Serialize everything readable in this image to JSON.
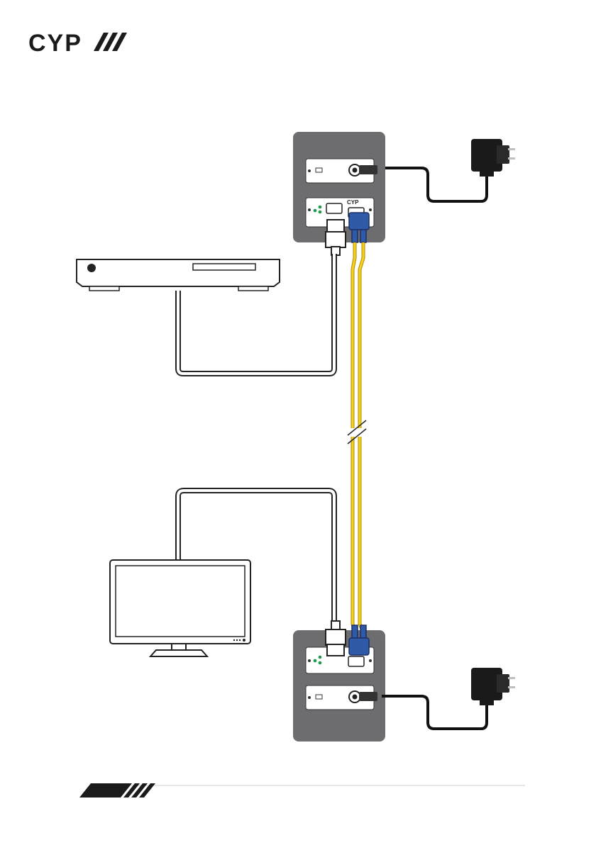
{
  "header": {
    "brand_logo": "CYP",
    "brand_logo_icon": "cyp-logo-with-slashes"
  },
  "diagram": {
    "devices": {
      "source_player_icon": "blu-ray-player-icon",
      "display_icon": "monitor-icon",
      "transmitter_icon": "fiber-transmitter-unit-icon",
      "receiver_icon": "fiber-receiver-unit-icon",
      "power_adapter_icon": "power-adapter-icon",
      "transmitter_panel_brand": "CYP"
    },
    "cables": {
      "hdmi_cable_color": "#ffffff",
      "fiber_cable_color": "#f3d21b",
      "power_cable_color": "#111111",
      "fiber_connector_color": "#2f5aa8"
    },
    "unit_color": "#6d6d6f",
    "panel_color": "#ffffff"
  },
  "footer": {
    "footer_logo_icon": "cyp-footer-mark"
  }
}
